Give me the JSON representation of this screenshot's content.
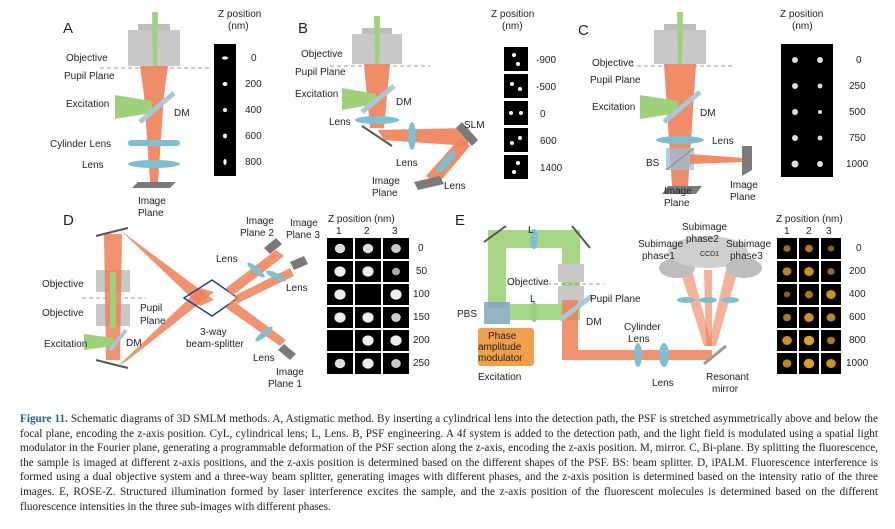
{
  "panels": {
    "A": {
      "letter": "A",
      "zheader": [
        "Z position",
        "(nm)"
      ],
      "zvalues": [
        "0",
        "200",
        "400",
        "600",
        "800"
      ],
      "labels": {
        "objective": "Objective",
        "pupil": "Pupil Plane",
        "excitation": "Excitation",
        "dm": "DM",
        "cylinder": "Cylinder Lens",
        "lens": "Lens",
        "image": [
          "Image",
          "Plane"
        ]
      }
    },
    "B": {
      "letter": "B",
      "zheader": [
        "Z position",
        "(nm)"
      ],
      "zvalues": [
        "-900",
        "-500",
        "0",
        "600",
        "1400"
      ],
      "labels": {
        "objective": "Objective",
        "pupil": "Pupil Plane",
        "excitation": "Excitation",
        "dm": "DM",
        "lens1": "Lens",
        "slm": "SLM",
        "lens2": "Lens",
        "lens3": "Lens",
        "image": [
          "Image",
          "Plane"
        ]
      }
    },
    "C": {
      "letter": "C",
      "zheader": [
        "Z position",
        "(nm)"
      ],
      "zvalues": [
        "0",
        "250",
        "500",
        "750",
        "1000"
      ],
      "labels": {
        "objective": "Objective",
        "pupil": "Pupil Plane",
        "excitation": "Excitation",
        "dm": "DM",
        "lens": "Lens",
        "bs": "BS",
        "image1": [
          "Image",
          "Plane"
        ],
        "image2": [
          "Image",
          "Plane"
        ]
      }
    },
    "D": {
      "letter": "D",
      "zheader": "Z position (nm)",
      "cols": [
        "1",
        "2",
        "3"
      ],
      "zvalues": [
        "0",
        "50",
        "100",
        "150",
        "200",
        "250"
      ],
      "labels": {
        "objective1": "Objective",
        "objective2": "Objective",
        "pupil": [
          "Pupil",
          "Plane"
        ],
        "excitation": "Excitation",
        "dm": "DM",
        "splitter": [
          "3-way",
          "beam-splitter"
        ],
        "lens1": "Lens",
        "lens2": "Lens",
        "lens3": "Lens",
        "image2": [
          "Image",
          "Plane 2"
        ],
        "image3": [
          "Image",
          "Plane 3"
        ],
        "image1": [
          "Image",
          "Plane 1"
        ]
      }
    },
    "E": {
      "letter": "E",
      "zheader": "Z position (nm)",
      "cols": [
        "1",
        "2",
        "3"
      ],
      "zvalues": [
        "0",
        "200",
        "400",
        "600",
        "800",
        "1000"
      ],
      "labels": {
        "l1": "L",
        "l2": "L",
        "objective": "Objective",
        "pupil": "Pupil Plane",
        "pbs": "PBS",
        "dm": "DM",
        "modulator": [
          "Phase",
          "amplitude",
          "modulator"
        ],
        "excitation": "Excitation",
        "cylinder": [
          "Cylinder",
          "Lens"
        ],
        "lens": "Lens",
        "mirror": [
          "Resonant",
          "mirror"
        ],
        "sub1": [
          "Subimage",
          "phase1"
        ],
        "sub2": [
          "Subimage",
          "phase2"
        ],
        "sub3": [
          "Subimage",
          "phase3"
        ],
        "ccd": "CCD1"
      }
    }
  },
  "caption": {
    "label": "Figure 11.",
    "text": " Schematic diagrams of 3D SMLM methods. A, Astigmatic method. By inserting a cylindrical lens into the detection path, the PSF is stretched asymmetrically above and below the focal plane, encoding the z-axis position. CyL, cylindrical lens; L, Lens. B, PSF engineering. A 4f system is added to the detection path, and the light field is modulated using a spatial light modulator in the Fourier plane, generating a programmable deformation of the PSF section along the z-axis, encoding the z-axis position. M, mirror. C, Bi-plane. By splitting the fluorescence, the sample is imaged at different z-axis positions, and the z-axis position is determined based on the different shapes of the PSF. BS: beam splitter. D, iPALM. Fluorescence interference is formed using a dual objective system and a three-way beam splitter, generating images with different phases, and the z-axis position is determined based on the intensity ratio of the three images. E, ROSE-Z. Structured illumination formed by laser interference excites the sample, and the z-axis position of the fluorescent molecules is determined based on the different fluorescence intensities in the three sub-images with different phases."
  },
  "colors": {
    "beam": "#ef7f58",
    "excitation": "#9fd17a",
    "lens": "#7fbfcf",
    "dm": "#a9c7dc",
    "objective": "#c8c8c8",
    "plane": "#7a7a7a",
    "module": "#f0a04b"
  }
}
